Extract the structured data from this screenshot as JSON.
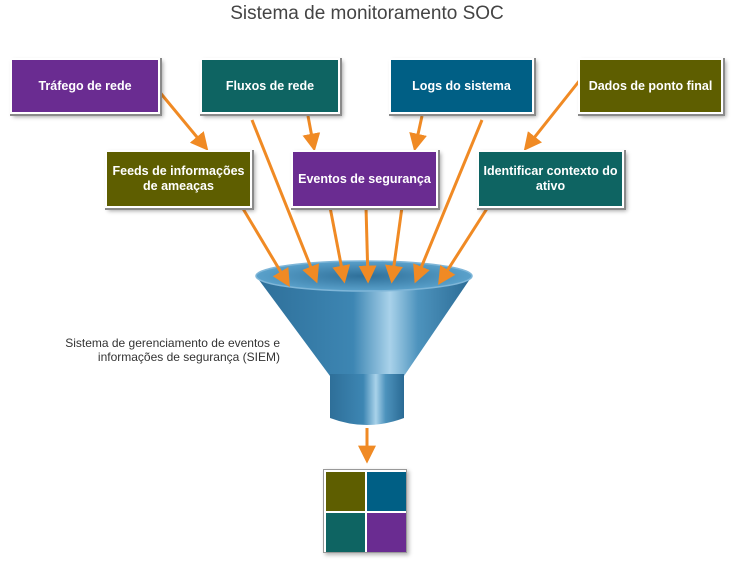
{
  "title": "Sistema de monitoramento SOC",
  "colors": {
    "purple": "#6a2c91",
    "teal_dark": "#0e6462",
    "blue": "#005f85",
    "olive": "#5e5e00",
    "arrow": "#f08a24",
    "funnel": "#3d86b3"
  },
  "sources": [
    {
      "label": "Tráfego de rede",
      "color": "purple"
    },
    {
      "label": "Fluxos de rede",
      "color": "teal_dark"
    },
    {
      "label": "Logs do sistema",
      "color": "blue"
    },
    {
      "label": "Dados de ponto final",
      "color": "olive"
    },
    {
      "label": "Feeds de informações de ameaças",
      "color": "olive"
    },
    {
      "label": "Eventos de segurança",
      "color": "purple"
    },
    {
      "label": "Identificar contexto do ativo",
      "color": "teal_dark"
    }
  ],
  "siem_label": "Sistema de gerenciamento de eventos e informações de segurança (SIEM)",
  "output_grid": [
    "olive",
    "blue",
    "teal_dark",
    "purple"
  ]
}
